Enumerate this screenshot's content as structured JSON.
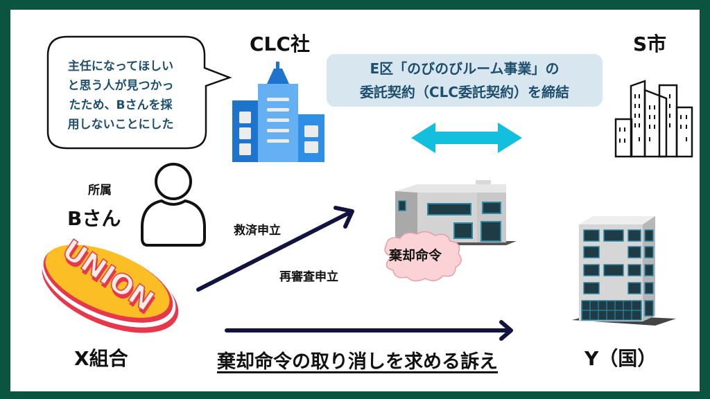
{
  "speech_bubble": {
    "lines": [
      "主任になってほしい",
      "と思う人が見つかっ",
      "たため、Bさんを採",
      "用しないことにした"
    ]
  },
  "clc": {
    "title": "CLC社",
    "icon": "office-building-icon"
  },
  "contract": {
    "lines": [
      "E区「のびのびルーム事業」の",
      "委託契約（CLC委託契約）を締結"
    ],
    "arrow": "double-arrow-icon"
  },
  "s_city": {
    "title": "S市",
    "icon": "city-buildings-icon"
  },
  "b_person": {
    "affiliation": "所属",
    "name": "Bさん",
    "icon": "person-icon"
  },
  "x_union": {
    "name": "X組合",
    "logo_text": "UNION"
  },
  "relief_arrow": {
    "label_upper": "救済申立",
    "label_lower": "再審査申立"
  },
  "commission": {
    "icon": "commission-building-icon",
    "cloud_label": "棄却命令"
  },
  "y_state": {
    "name": "Y（国）",
    "icon": "government-building-icon"
  },
  "lawsuit": {
    "label": "棄却命令の取り消しを求める訴え"
  },
  "colors": {
    "frame": "#0b5540",
    "bubble_text": "#1d4e6e",
    "contract_bg": "#d8e6ef",
    "cyan_arrow": "#13bfdc",
    "navy_arrow": "#13143d",
    "cloud": "#fbd3d6"
  }
}
